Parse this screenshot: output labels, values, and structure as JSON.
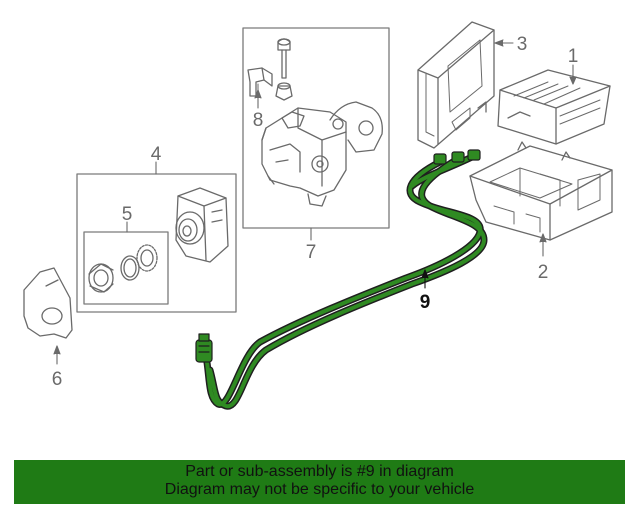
{
  "diagram": {
    "callouts": {
      "c1": "1",
      "c2": "2",
      "c3": "3",
      "c4": "4",
      "c5": "5",
      "c6": "6",
      "c7": "7",
      "c8": "8",
      "c9": "9"
    },
    "highlighted_part": "9",
    "highlight_color": "#2a7a1f",
    "line_color": "#6a6a6a"
  },
  "banner": {
    "line1": "Part or sub-assembly is #9 in diagram",
    "line2": "Diagram may not be specific to your vehicle",
    "background": "#1f7b15"
  }
}
